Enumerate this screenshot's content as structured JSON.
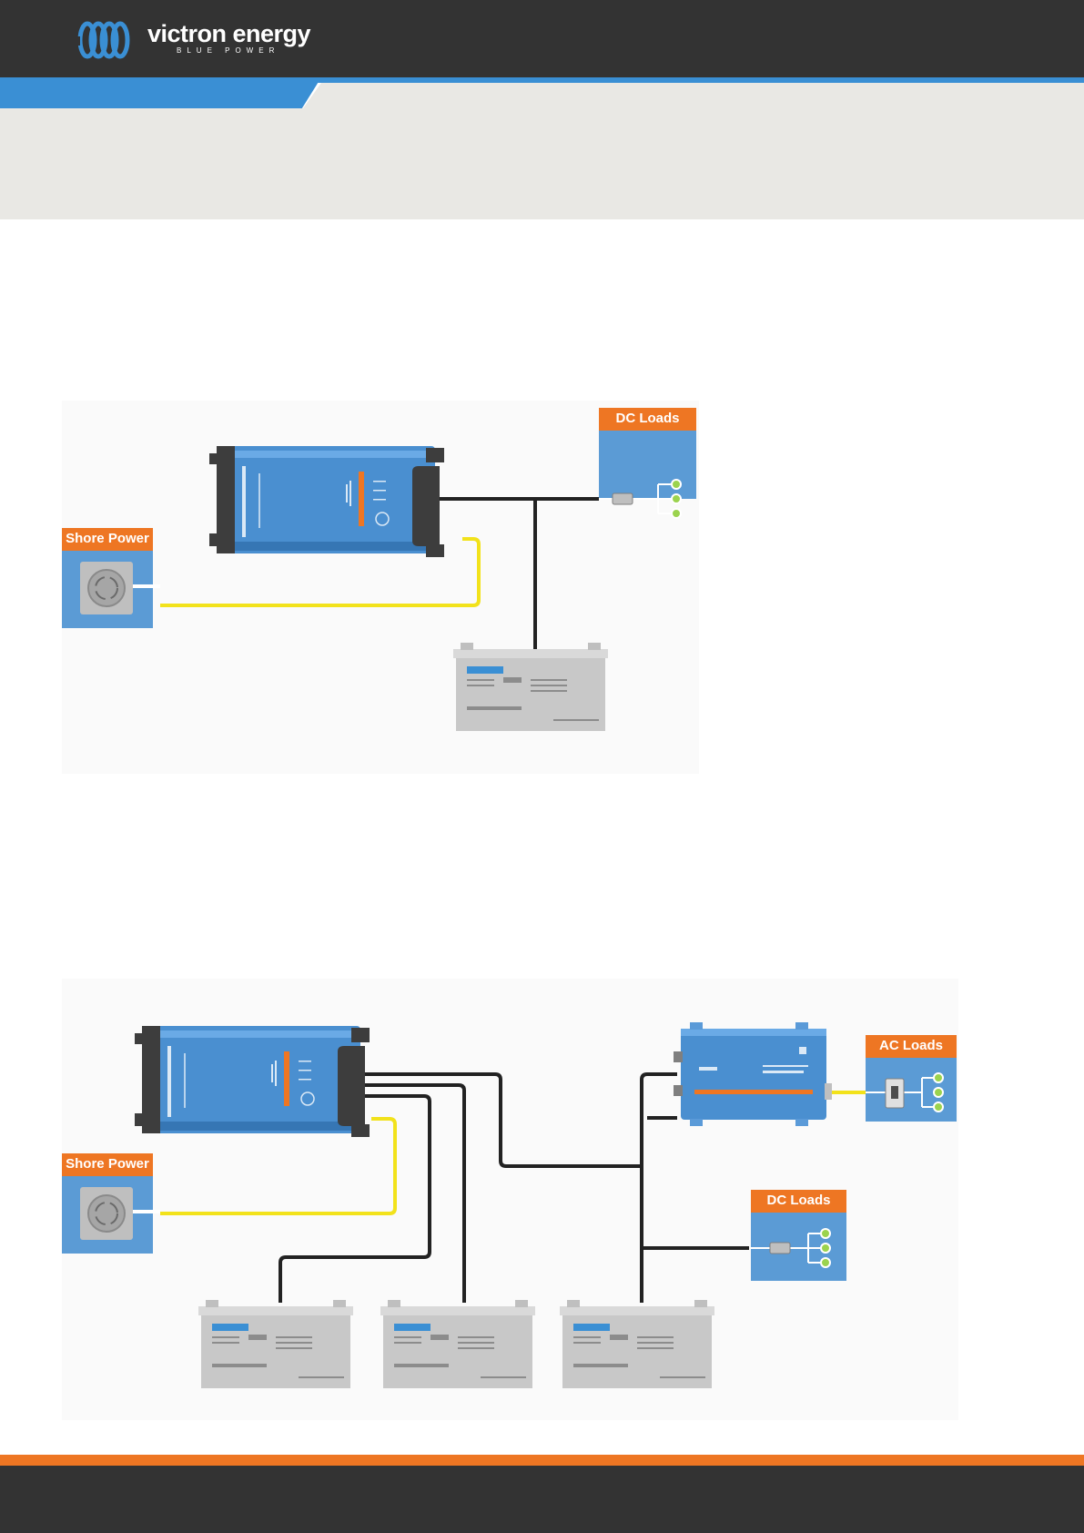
{
  "brand": {
    "name": "victron energy",
    "tagline": "BLUE POWER"
  },
  "colors": {
    "dark": "#333333",
    "blue": "#3a8fd4",
    "orange": "#ee7623",
    "band": "#e9e8e4",
    "ac_cable": "#f2e21b",
    "dc_cable": "#222222"
  },
  "diagram1": {
    "shore_power_label": "Shore Power",
    "dc_loads_label": "DC Loads"
  },
  "diagram2": {
    "shore_power_label": "Shore Power",
    "ac_loads_label": "AC Loads",
    "dc_loads_label": "DC Loads"
  },
  "icons": [
    "victron-logo-icon",
    "battery-charger-icon",
    "shore-power-socket-icon",
    "battery-icon",
    "inverter-icon",
    "fuse-icon",
    "breaker-icon",
    "load-icon"
  ]
}
